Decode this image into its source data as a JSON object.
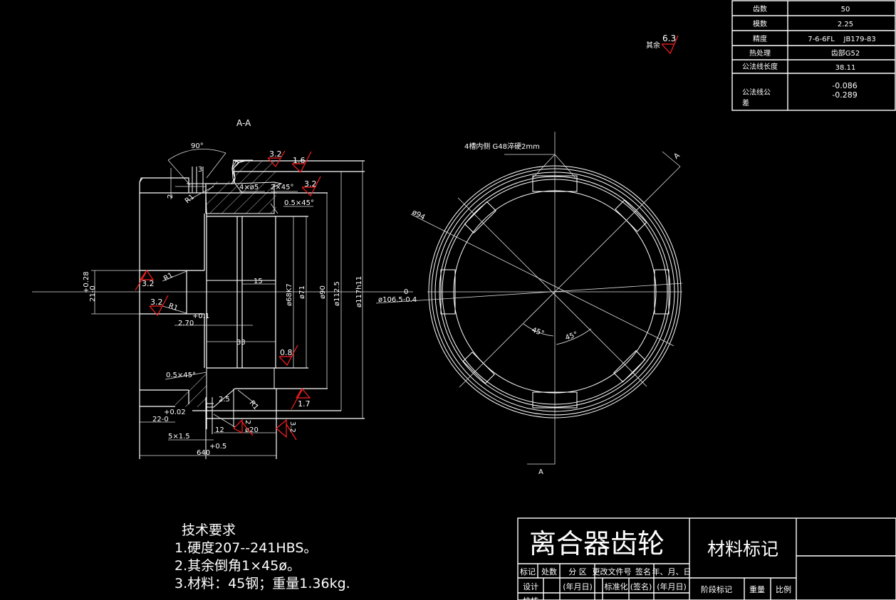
{
  "params_table": {
    "rows": [
      {
        "label": "齿数",
        "value": "50"
      },
      {
        "label": "模数",
        "value": "2.25"
      },
      {
        "label": "精度",
        "value": "7-6-6FL    JB179-83"
      },
      {
        "label": "热处理",
        "value": "齿部G52"
      },
      {
        "label": "公法线长度",
        "value": "38.11"
      },
      {
        "label": "公法线公差",
        "value_upper": "-0.086",
        "value_lower": "-0.289"
      }
    ]
  },
  "roughness_note": {
    "prefix": "其余",
    "value": "6.3"
  },
  "section_view": {
    "title": "A-A",
    "angle": "90°",
    "dims": {
      "d3": "3",
      "d2": "2",
      "r1_top": "R1",
      "holes": "4×ø5",
      "chamfer_2x45": "2×45°",
      "chamfer_05": "0.5×45°",
      "chamfer_05_bottom": "0.5×45°",
      "d15": "15",
      "d33": "33",
      "d68": "ø68K7",
      "d71": "ø71",
      "d90": "ø90",
      "d112": "ø112.5",
      "d117": "ø117h11",
      "bore_tol_upper": "+0.28",
      "bore_tol_lower": "21-0",
      "r1_a": "R1",
      "r1_b": "R1",
      "d270": "2.70",
      "d270_tol": "+0.1",
      "d25": "2.5",
      "r1_bottom": "R1",
      "d22": "22-0",
      "d22_tol": "+0.02",
      "d5x15": "5×1.5",
      "d12": "12",
      "d20": "ø20",
      "d2b": "2",
      "d640": "640",
      "d640_tol": "+0.5"
    },
    "roughness": [
      "3.2",
      "1.6",
      "3.2",
      "3.2",
      "3.2",
      "0.8",
      "1.7",
      "2",
      "3.2"
    ]
  },
  "front_view": {
    "note": "4槽内侧 G48淬硬2mm",
    "section_mark": "A",
    "d94": "ø94",
    "d106_upper": "0",
    "d106": "ø106.5-0.4",
    "angle_left": "45°",
    "angle_right": "45°"
  },
  "tech_requirements": {
    "title": "技术要求",
    "items": [
      "1.硬度207--241HBS。",
      "2.其余倒角1×45ø。",
      "3.材料：45钢；重量1.36kg."
    ]
  },
  "title_block": {
    "part_name": "离合器齿轮",
    "material": "材料标记",
    "headers": [
      "标记",
      "处数",
      "分 区",
      "更改文件号",
      "签名",
      "年、月、日"
    ],
    "row2": [
      "设计",
      "",
      "(年月日)",
      "标准化",
      "(签名)",
      "(年月日)"
    ],
    "row3_first": "校核",
    "stage": "阶段标记",
    "weight": "重量",
    "scale": "比例"
  }
}
